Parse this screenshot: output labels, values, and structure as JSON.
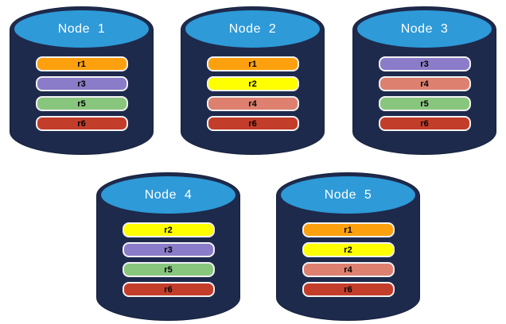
{
  "diagram": {
    "background": "#FFFFFF"
  },
  "colors": {
    "cylinder_body": "#1E2A4C",
    "cylinder_outline": "#16213C",
    "cylinder_top": "#2E9AD8",
    "title_text": "#FFFFFF",
    "bar_border": "#F1F1F1",
    "bar_text": "#000000",
    "replicas": {
      "r1": "#FCA10D",
      "r2": "#FFFF00",
      "r3": "#8A7CC8",
      "r4": "#DD8070",
      "r5": "#88C67E",
      "r6": "#C33D2B"
    }
  },
  "nodes": [
    {
      "label": "Node  1",
      "replicas": [
        "r1",
        "r3",
        "r5",
        "r6"
      ]
    },
    {
      "label": "Node  2",
      "replicas": [
        "r1",
        "r2",
        "r4",
        "r6"
      ]
    },
    {
      "label": "Node  3",
      "replicas": [
        "r3",
        "r4",
        "r5",
        "r6"
      ]
    },
    {
      "label": "Node  4",
      "replicas": [
        "r2",
        "r3",
        "r5",
        "r6"
      ]
    },
    {
      "label": "Node  5",
      "replicas": [
        "r1",
        "r2",
        "r4",
        "r6"
      ]
    }
  ]
}
